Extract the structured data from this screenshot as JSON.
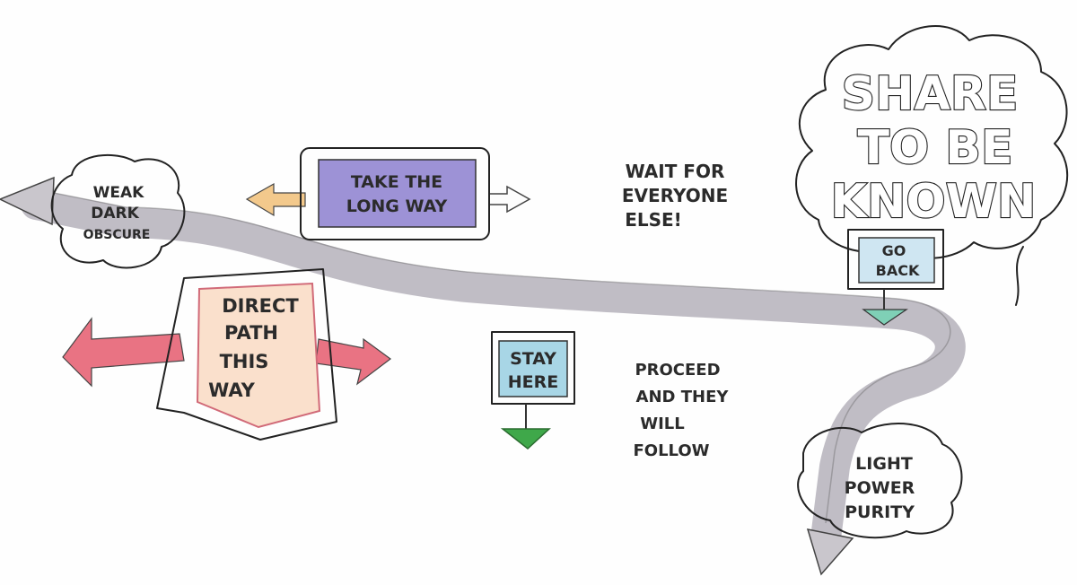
{
  "diagram": {
    "nodes": {
      "weak": {
        "lines": [
          "WEAK",
          "DARK",
          "OBSCURE"
        ],
        "color": "#6fc7c9"
      },
      "long_way": {
        "lines": [
          "TAKE THE",
          "LONG WAY"
        ],
        "color": "#8c7fcf"
      },
      "direct": {
        "lines": [
          "DIRECT",
          "PATH",
          "THIS",
          "WAY"
        ],
        "color": "#e9607a"
      },
      "stay": {
        "lines": [
          "STAY",
          "HERE"
        ],
        "color": "#a8d6e6"
      },
      "share": {
        "lines": [
          "SHARE",
          "TO BE",
          "KNOWN"
        ],
        "color": "#4aa6dc"
      },
      "go_back": {
        "lines": [
          "GO",
          "BACK"
        ],
        "color": "#9cc56a"
      },
      "light": {
        "lines": [
          "LIGHT",
          "POWER",
          "PURITY"
        ],
        "color": "#f4d35a"
      }
    },
    "notes": {
      "wait": [
        "WAIT FOR",
        "EVERYONE",
        "ELSE!"
      ],
      "proceed": [
        "PROCEED",
        "AND THEY",
        "WILL",
        "FOLLOW"
      ]
    },
    "colors": {
      "road": "#b9b6bf",
      "arrow_orange": "#f3c98c",
      "arrow_red": "#e55a6d",
      "arrow_green": "#3fa84a"
    }
  }
}
